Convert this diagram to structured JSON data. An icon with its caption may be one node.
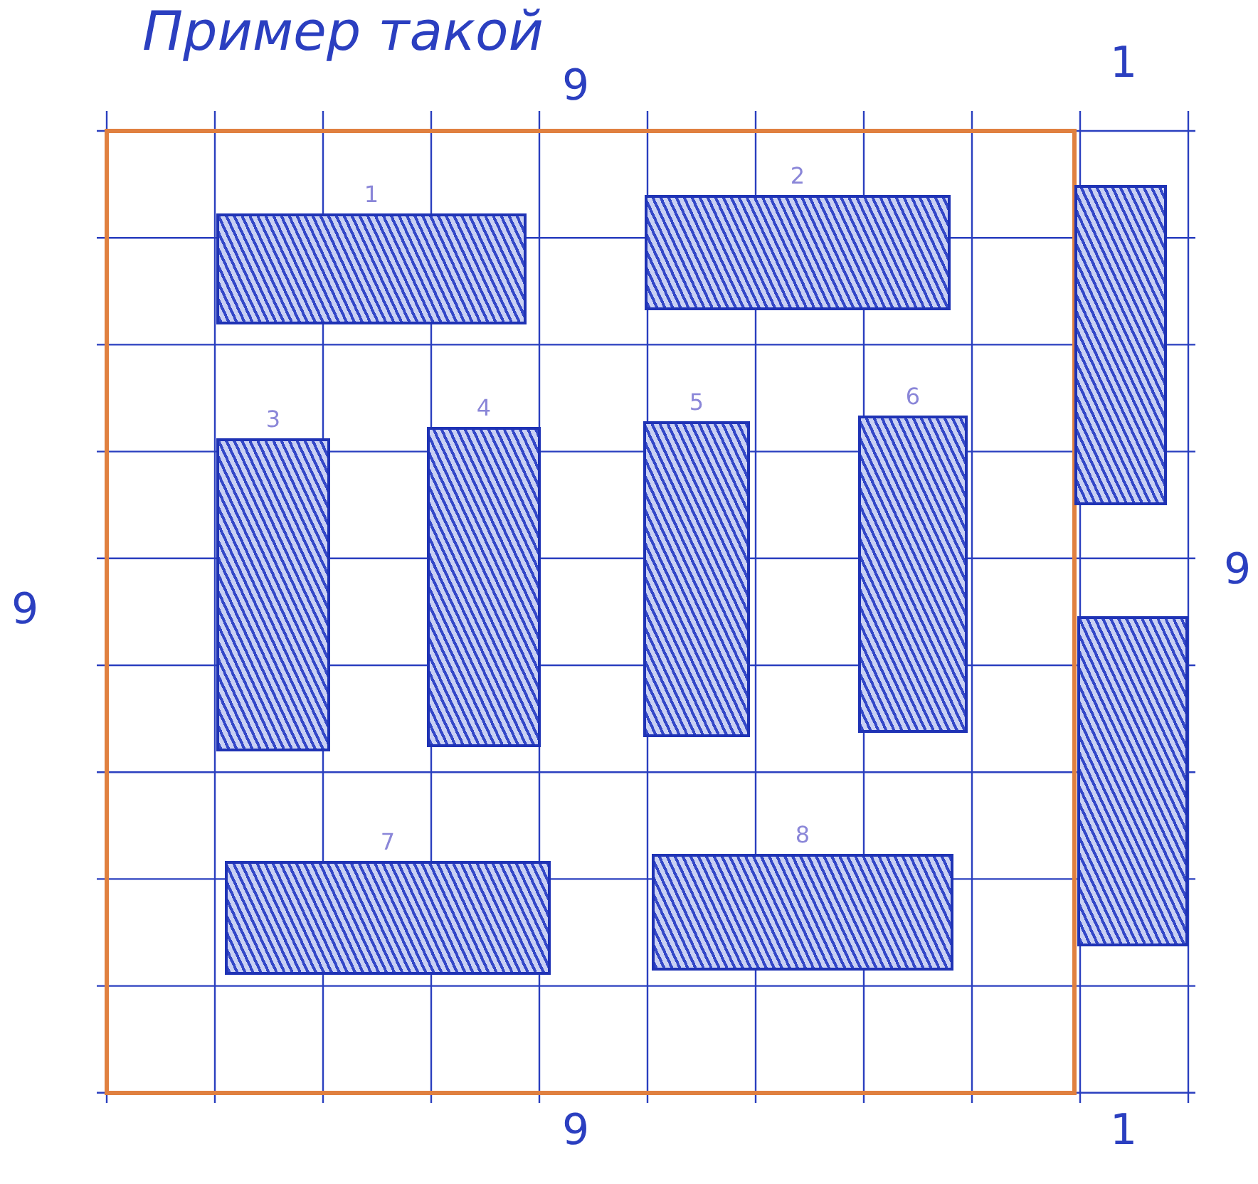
{
  "diagram": {
    "title": "Пример такой",
    "nodes": [
      {
        "text": [
          "1"
        ]
      },
      {
        "text": [
          "2"
        ]
      },
      {
        "text": [
          "3"
        ]
      },
      {
        "text": [
          "4"
        ]
      },
      {
        "text": [
          "5"
        ]
      },
      {
        "text": [
          "6"
        ]
      },
      {
        "text": [
          "7"
        ]
      },
      {
        "text": [
          "8"
        ]
      },
      {
        "text": [],
        "shape": "box"
      },
      {
        "text": [],
        "shape": "box"
      }
    ],
    "edges": [],
    "labels": [
      "9",
      "1",
      "9",
      "9",
      "9",
      "1"
    ]
  }
}
